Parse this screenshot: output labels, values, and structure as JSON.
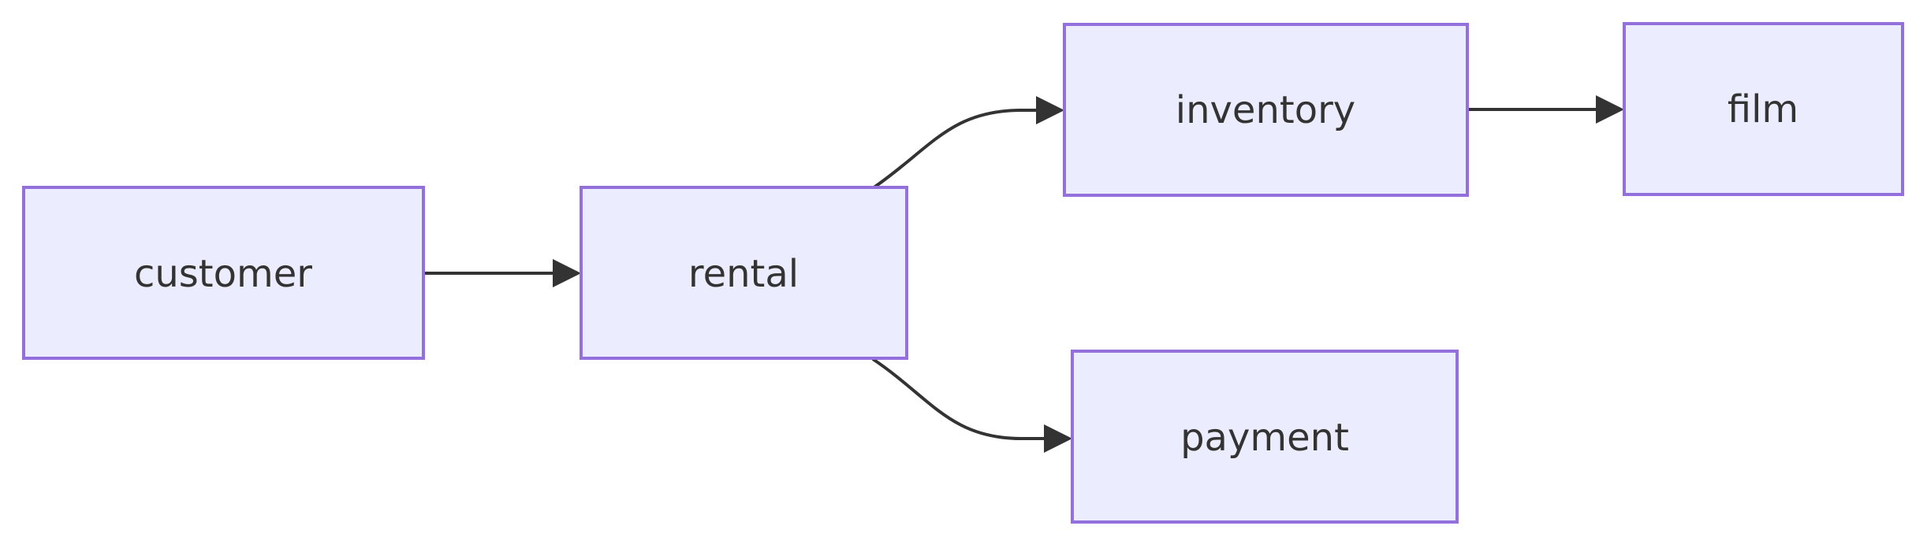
{
  "diagram": {
    "type": "flowchart",
    "direction": "left-to-right",
    "nodes": [
      {
        "id": "customer",
        "label": "customer"
      },
      {
        "id": "rental",
        "label": "rental"
      },
      {
        "id": "inventory",
        "label": "inventory"
      },
      {
        "id": "film",
        "label": "film"
      },
      {
        "id": "payment",
        "label": "payment"
      }
    ],
    "edges": [
      {
        "from": "customer",
        "to": "rental",
        "style": "straight-arrow"
      },
      {
        "from": "rental",
        "to": "inventory",
        "style": "curved-arrow-up"
      },
      {
        "from": "rental",
        "to": "payment",
        "style": "curved-arrow-down"
      },
      {
        "from": "inventory",
        "to": "film",
        "style": "straight-arrow"
      }
    ],
    "colors": {
      "node_fill": "#ECECFF",
      "node_border": "#9370DB",
      "edge": "#333333",
      "text": "#333333",
      "background": "#FFFFFF"
    }
  }
}
